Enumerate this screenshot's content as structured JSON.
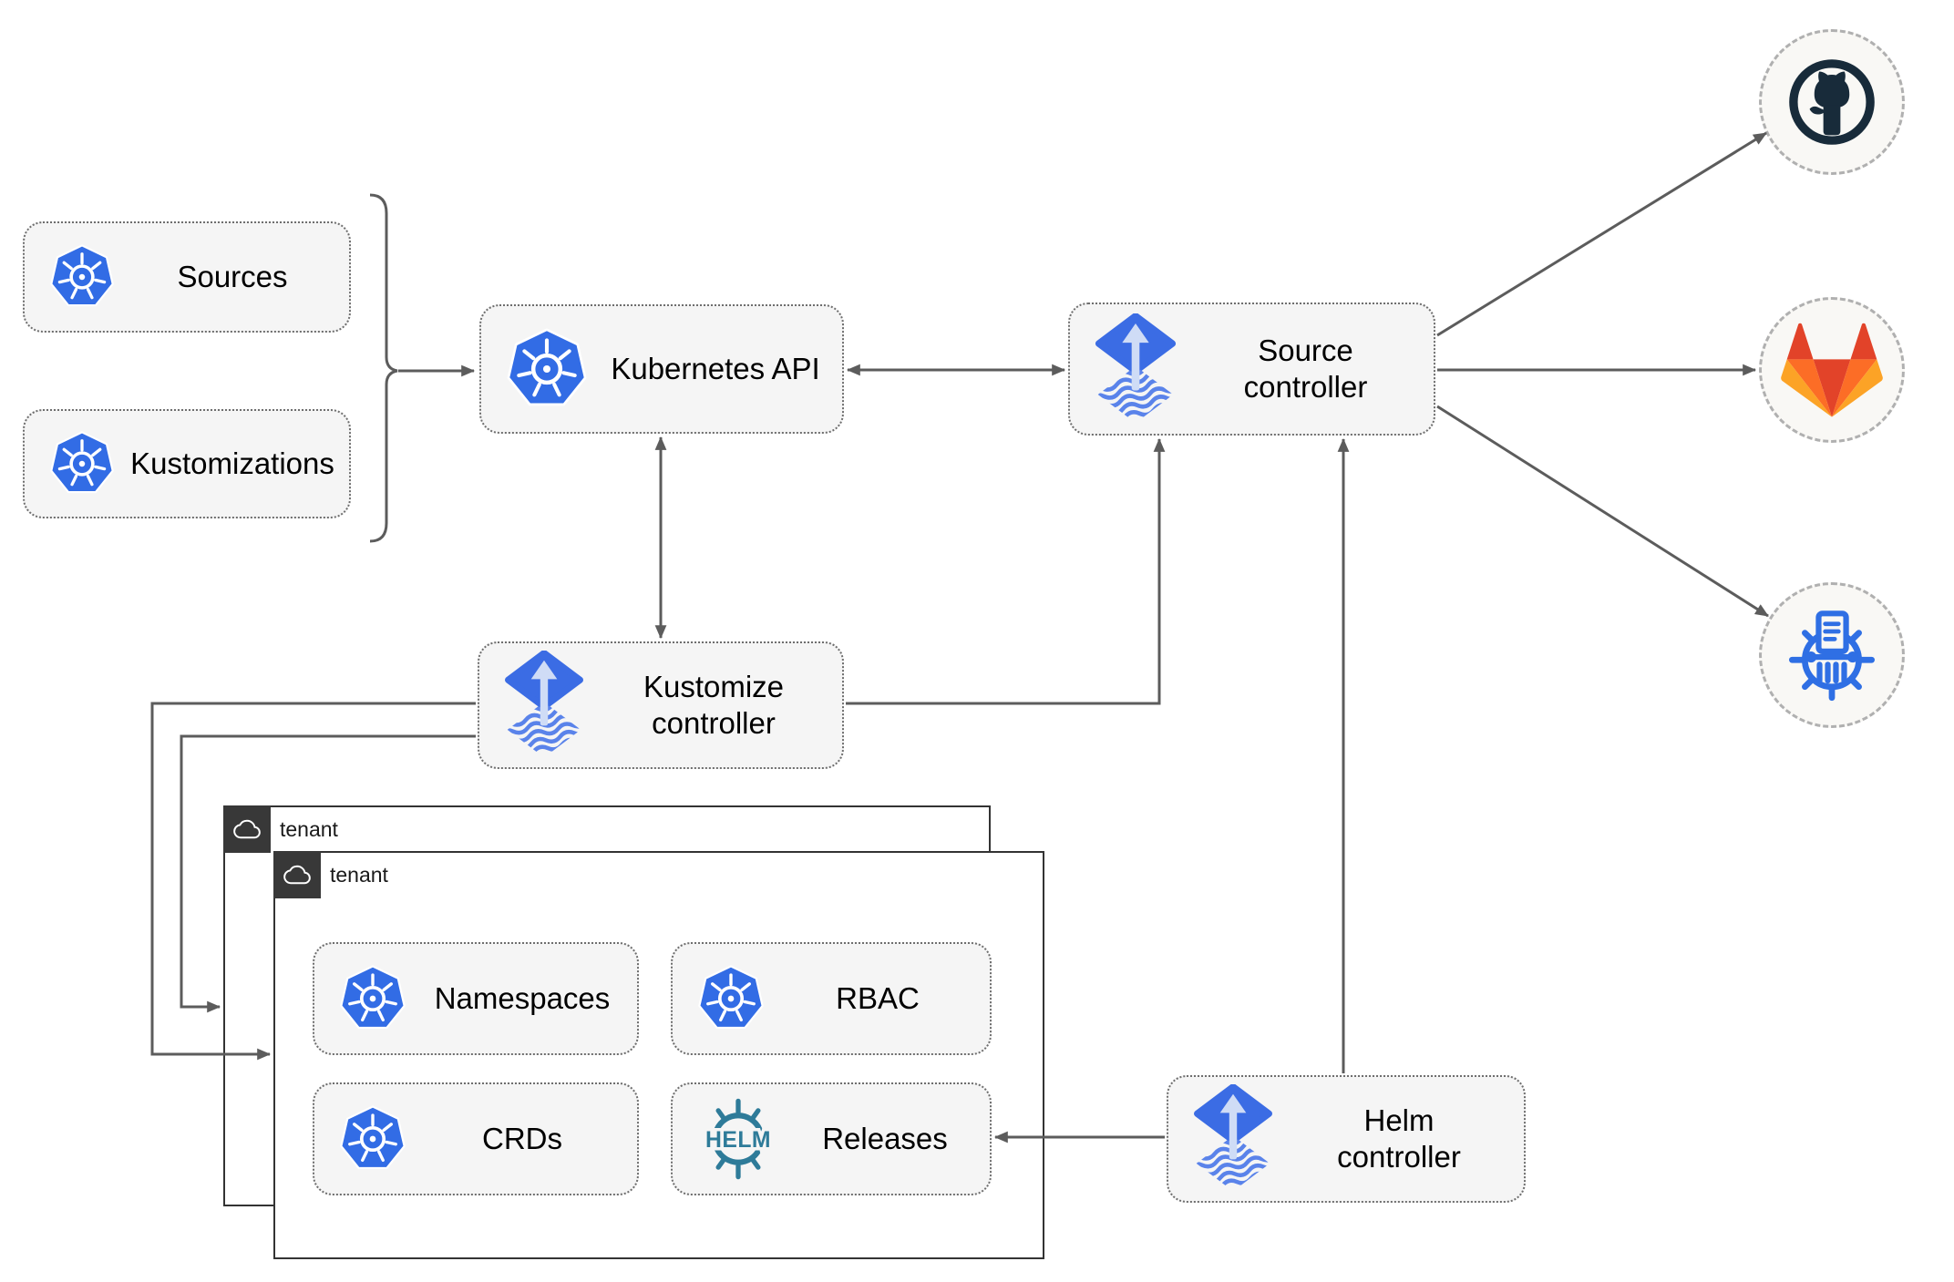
{
  "nodes": {
    "sources": {
      "label": "Sources",
      "icon": "kubernetes-icon"
    },
    "kustomizations": {
      "label": "Kustomizations",
      "icon": "kubernetes-icon"
    },
    "kubernetes_api": {
      "label": "Kubernetes API",
      "icon": "kubernetes-icon"
    },
    "source_controller": {
      "label": "Source controller",
      "icon": "flux-icon"
    },
    "kustomize_controller": {
      "label": "Kustomize controller",
      "icon": "flux-icon"
    },
    "helm_controller": {
      "label": "Helm controller",
      "icon": "flux-icon"
    },
    "namespaces": {
      "label": "Namespaces",
      "icon": "kubernetes-icon"
    },
    "rbac": {
      "label": "RBAC",
      "icon": "kubernetes-icon"
    },
    "crds": {
      "label": "CRDs",
      "icon": "kubernetes-icon"
    },
    "releases": {
      "label": "Releases",
      "icon": "helm-icon"
    }
  },
  "groups": {
    "tenant_back": {
      "label": "tenant",
      "icon": "cloud-icon"
    },
    "tenant_front": {
      "label": "tenant",
      "icon": "cloud-icon"
    }
  },
  "external": {
    "github": {
      "icon": "github-icon"
    },
    "gitlab": {
      "icon": "gitlab-icon"
    },
    "chartmuseum": {
      "icon": "chartmuseum-helm-repo-icon"
    }
  },
  "edges": [
    {
      "from": "sources,kustomizations",
      "to": "kubernetes_api",
      "style": "arrow"
    },
    {
      "from": "kubernetes_api",
      "to": "source_controller",
      "style": "bidirectional"
    },
    {
      "from": "kubernetes_api",
      "to": "kustomize_controller",
      "style": "bidirectional"
    },
    {
      "from": "kustomize_controller",
      "to": "source_controller",
      "style": "arrow"
    },
    {
      "from": "kustomize_controller",
      "to": "tenant_front",
      "style": "arrow"
    },
    {
      "from": "kustomize_controller",
      "to": "tenant_back",
      "style": "arrow"
    },
    {
      "from": "helm_controller",
      "to": "source_controller",
      "style": "arrow"
    },
    {
      "from": "helm_controller",
      "to": "releases",
      "style": "arrow"
    },
    {
      "from": "source_controller",
      "to": "github",
      "style": "arrow"
    },
    {
      "from": "source_controller",
      "to": "gitlab",
      "style": "arrow"
    },
    {
      "from": "source_controller",
      "to": "chartmuseum",
      "style": "arrow"
    }
  ],
  "colors": {
    "kubernetes_blue": "#326ce5",
    "flux_blue": "#3b6ce4",
    "flux_wave_blue": "#5a83ea",
    "flux_arrow_light": "#cfdcf6",
    "helm_teal": "#2e7b99",
    "github_dark": "#182b3a",
    "gitlab_dark_orange": "#e24329",
    "gitlab_orange": "#fc6d26",
    "gitlab_light_orange": "#fca326",
    "chartmuseum_blue": "#2f6fe4",
    "node_fill": "#f5f5f5",
    "edge_gray": "#5c5c5c",
    "tenant_header": "#383838"
  }
}
